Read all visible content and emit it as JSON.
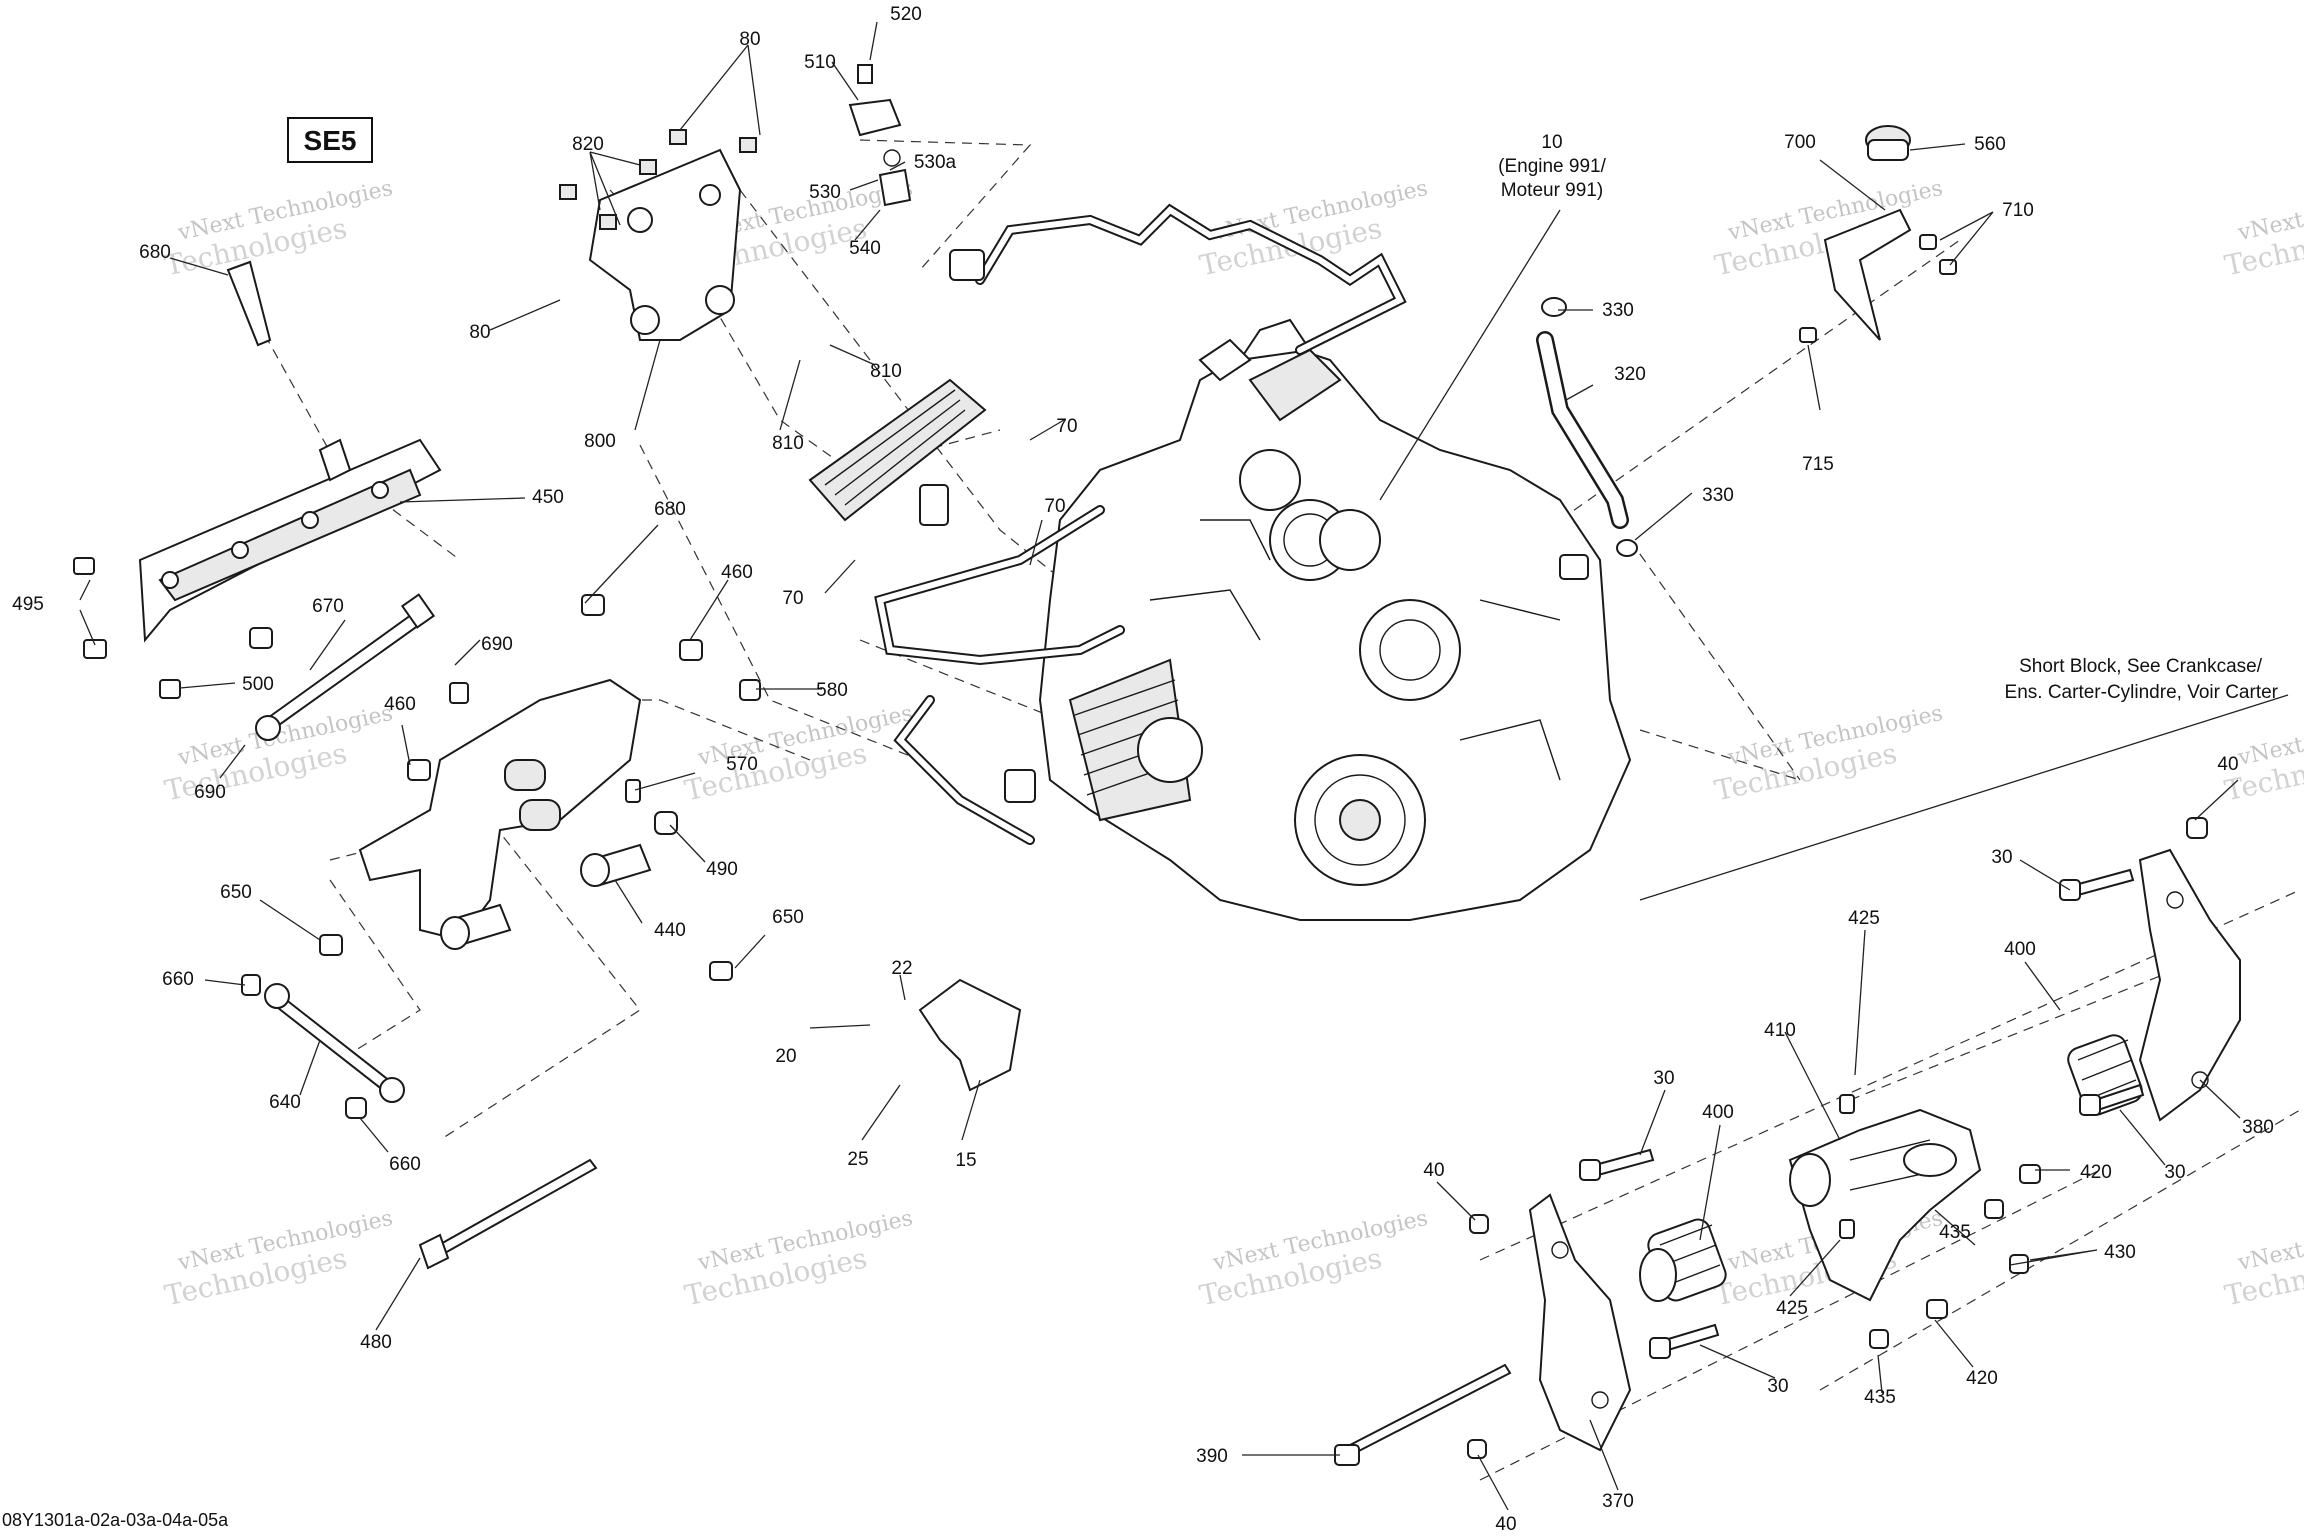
{
  "diagram": {
    "badge": "SE5",
    "footer_code": "08Y1301a-02a-03a-04a-05a",
    "watermark": {
      "line1": "vNext Technologies",
      "line2": "Technologies"
    },
    "callouts": {
      "engine_line1": "10",
      "engine_line2": "(Engine 991/",
      "engine_line3": "Moteur 991)",
      "short_block_line1": "Short Block, See Crankcase/",
      "short_block_line2": "Ens. Carter-Cylindre, Voir Carter"
    },
    "part_labels": [
      "520",
      "510",
      "530a",
      "530",
      "540",
      "80",
      "820",
      "80",
      "800",
      "810",
      "810",
      "680",
      "450",
      "495",
      "500",
      "670",
      "690",
      "690",
      "460",
      "460",
      "680",
      "580",
      "570",
      "490",
      "440",
      "650",
      "650",
      "660",
      "640",
      "660",
      "480",
      "70",
      "70",
      "70",
      "22",
      "20",
      "25",
      "15",
      "700",
      "560",
      "710",
      "715",
      "330",
      "320",
      "330",
      "40",
      "30",
      "400",
      "425",
      "410",
      "420",
      "30",
      "380",
      "30",
      "400",
      "40",
      "435",
      "430",
      "425",
      "435",
      "420",
      "30",
      "390",
      "40",
      "370"
    ]
  }
}
